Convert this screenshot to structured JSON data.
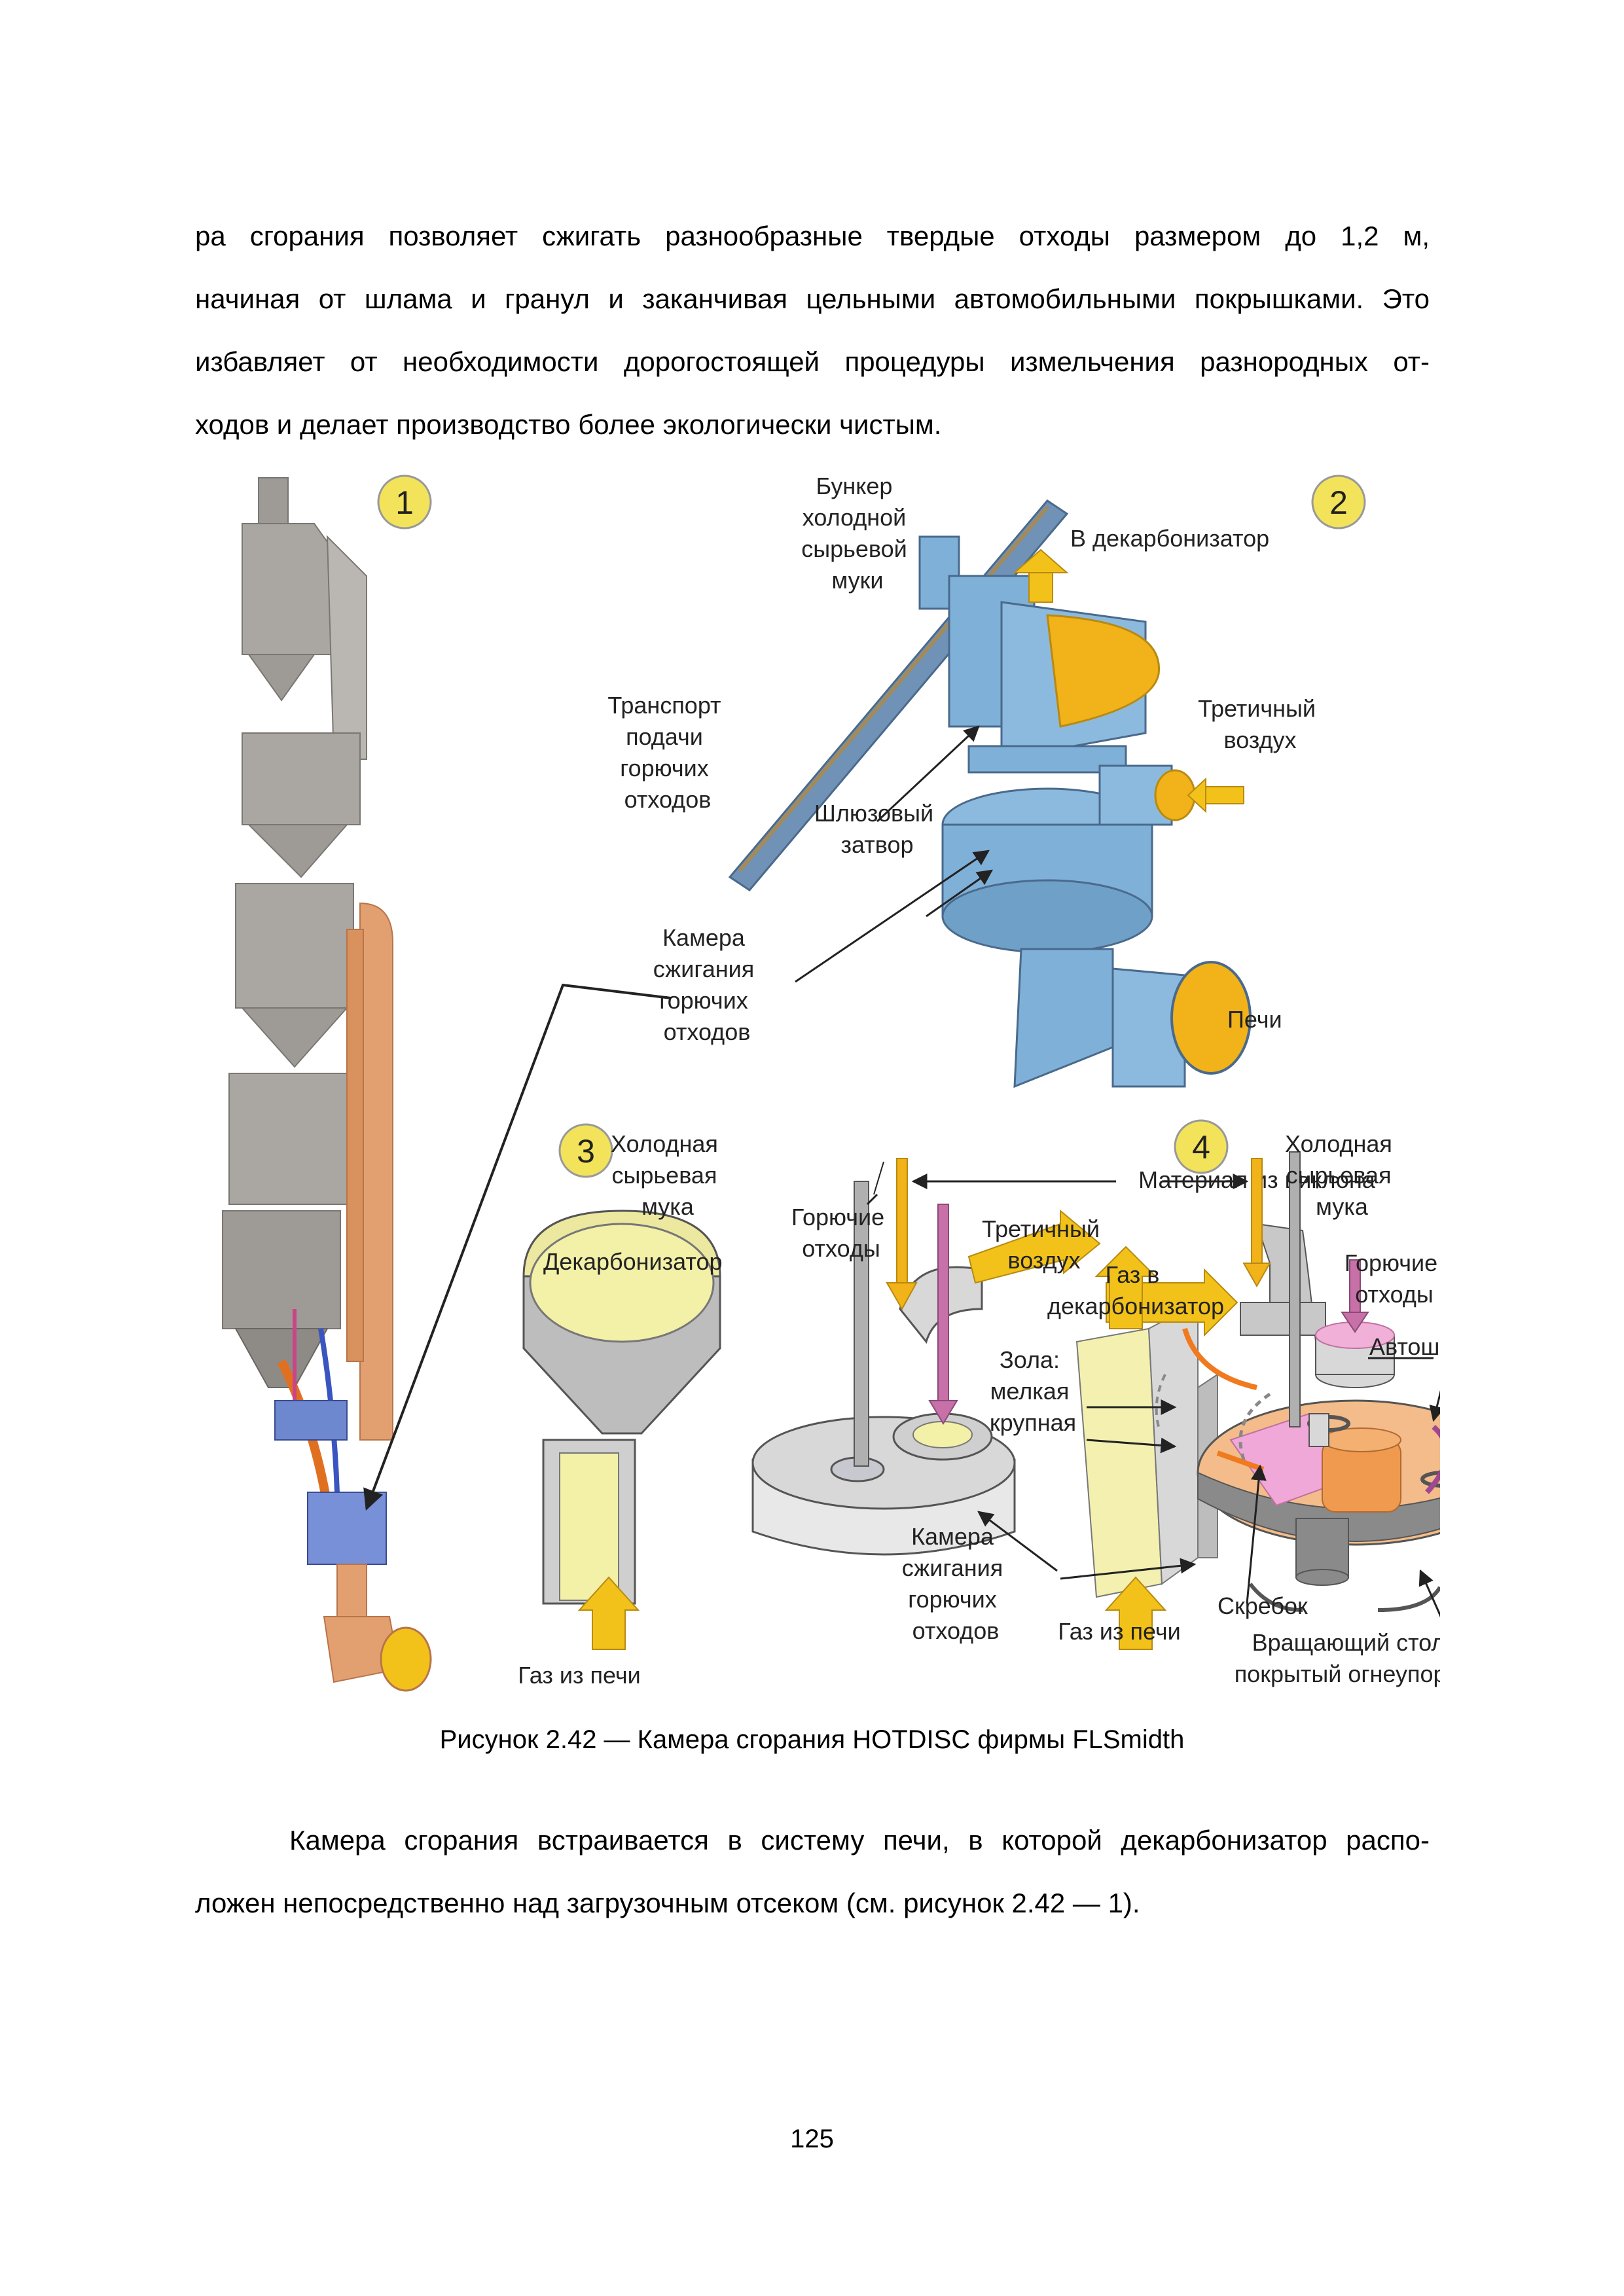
{
  "top_paragraph": {
    "lines": [
      "ра сгорания позволяет сжигать разнообразные твердые отходы размером до 1,2 м,",
      "начиная от шлама и гранул и заканчивая цельными автомобильными покрышками. Это",
      "избавляет от необходимости дорогостоящей процедуры измельчения разнородных от-",
      "ходов и делает производство более экологически чистым."
    ]
  },
  "figure": {
    "panel_numbers": [
      "1",
      "2",
      "3",
      "4"
    ],
    "panel2": {
      "hopper": [
        "Бункер",
        "холодной",
        "сырьевой",
        "муки"
      ],
      "to_calciner": "В декарбонизатор",
      "tertiary_air": [
        "Третичный",
        "воздух"
      ],
      "transport": [
        "Транспорт",
        "подачи",
        "горючих",
        "отходов"
      ],
      "sluice": [
        "Шлюзовый",
        "затвор"
      ],
      "chamber": [
        "Камера",
        "сжигания",
        "горючих",
        "отходов"
      ],
      "kiln": "Печи"
    },
    "panel3": {
      "cold_meal": [
        "Холодная",
        "сырьевая",
        "мука"
      ],
      "material": "Материал из циклона",
      "fuel": [
        "Горючие",
        "отходы"
      ],
      "calciner": "Декарбонизатор",
      "chamber": [
        "Камера",
        "сжигания",
        "горючих",
        "отходов"
      ],
      "kiln_gas": "Газ из печи"
    },
    "panel4": {
      "cold_meal": [
        "Холодная",
        "сырьевая",
        "мука"
      ],
      "tertiary": [
        "Третичный",
        "воздух"
      ],
      "gas_to": [
        "Газ в",
        "декарбонизатор"
      ],
      "fuel": [
        "Горючие",
        "отходы"
      ],
      "tires": "Автошины",
      "ash": [
        "Зола:",
        "мелкая",
        "крупная"
      ],
      "scraper": "Скребок",
      "kiln_gas": "Газ из печи",
      "table": [
        "Вращающий стол,",
        "покрытый огнеупором"
      ]
    }
  },
  "caption": "Рисунок 2.42 — Камера сгорания HOTDISC фирмы FLSmidth",
  "bottom_paragraph": {
    "lines": [
      "Камера сгорания встраивается в систему печи, в которой декарбонизатор распо-",
      "ложен непосредственно над загрузочным отсеком (см. рисунок 2.42 — 1)."
    ]
  },
  "page_number": "125",
  "colors": {
    "steel_blue": "#7fb0d8",
    "orange_pipe": "#e2a070",
    "yellow_arrow": "#f2c21a",
    "gray_tower": "#a8a4a0",
    "magenta": "#c870a8",
    "pale_yellow": "#f3f0a8"
  }
}
